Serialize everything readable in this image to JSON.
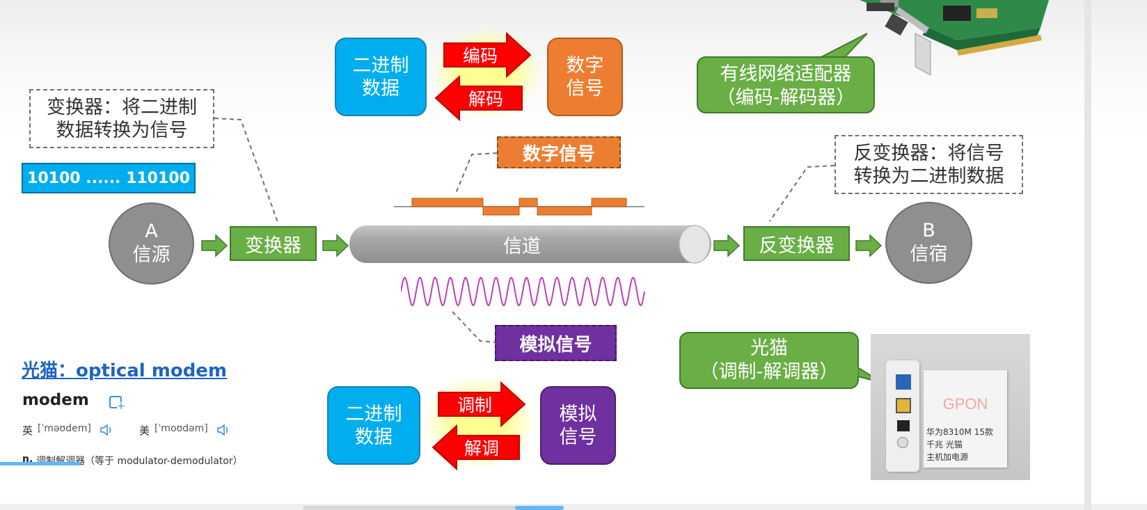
{
  "top_encode": {
    "binary_label": "二进制\n数据",
    "encode_label": "编码",
    "decode_label": "解码",
    "digital_label": "数字\n信号"
  },
  "bottom_modulate": {
    "binary_label": "二进制\n数据",
    "modulate_label": "调制",
    "demodulate_label": "解调",
    "analog_label": "模拟\n信号"
  },
  "converter_note": "变换器：将二进制\n数据转换为信号",
  "inverse_converter_note": "反变换器：将信号\n转换为二进制数据",
  "binary_stream": "10100 ...... 110100",
  "source_node": "A\n信源",
  "sink_node": "B\n信宿",
  "converter_label": "变换器",
  "channel_label": "信道",
  "inverse_converter_label": "反变换器",
  "digital_signal_tag": "数字信号",
  "analog_signal_tag": "模拟信号",
  "nic_callout": "有线网络适配器\n（编码-解码器）",
  "modem_callout": "光猫\n（调制-解调器）",
  "dictionary": {
    "heading": "光猫：optical modem",
    "word": "modem",
    "uk_label": "英",
    "uk_phonetic": "[ˈməʊdem]",
    "us_label": "美",
    "us_phonetic": "[ˈmoʊdəm]",
    "definition_pos": "n.",
    "definition_text": "调制解调器（等于 modulator-demodulator）"
  },
  "device_photo": {
    "brand": "GPON",
    "caption_line1": "华为8310M 15款",
    "caption_line2": "千兆 光猫",
    "caption_line3": "主机加电源"
  },
  "colors": {
    "blue": "#00aeef",
    "orange": "#ed7d31",
    "purple": "#7030a0",
    "green": "#6aae46",
    "red": "#ff0000",
    "gray": "#8f8f8f",
    "link_blue": "#1f64c0"
  }
}
